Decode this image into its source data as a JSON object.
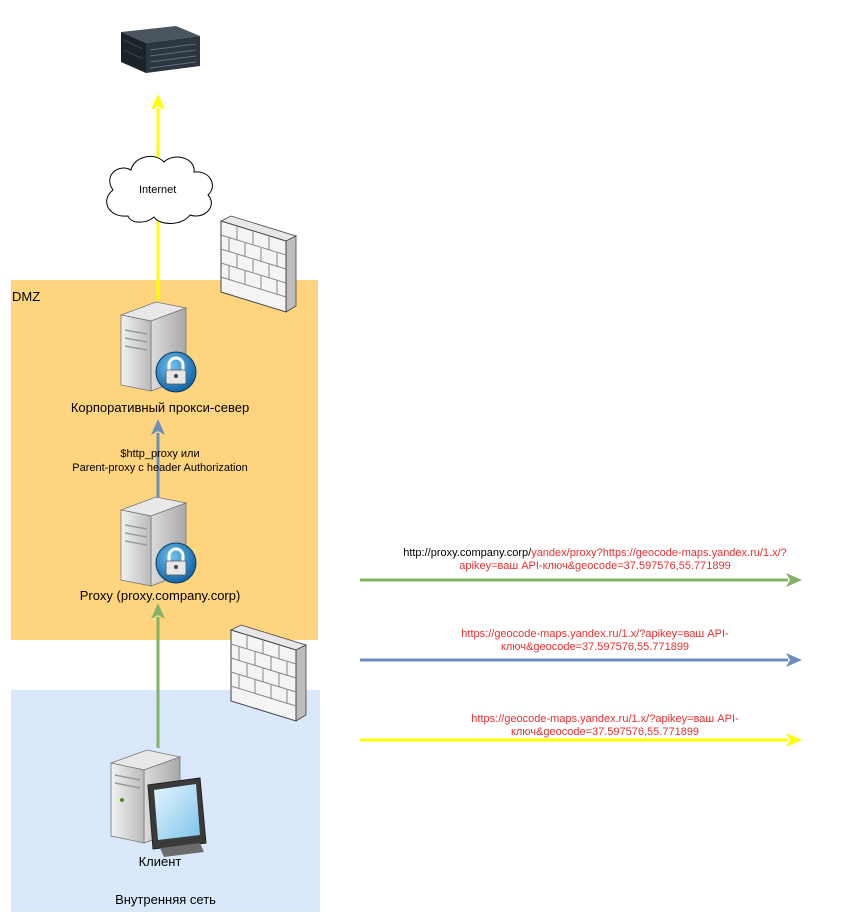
{
  "zones": {
    "dmz": {
      "title": "DMZ"
    },
    "internal": {
      "title": "Внутренняя сеть"
    }
  },
  "nodes": {
    "internet": {
      "label": "Internet"
    },
    "corp_proxy": {
      "label": "Корпоративный прокси-север"
    },
    "proxy": {
      "label": "Proxy (proxy.company.corp)"
    },
    "client": {
      "label": "Клиент"
    }
  },
  "edges": {
    "proxy_to_corp": {
      "line1": "$http_proxy или",
      "line2": "Parent-proxy с header Authorization"
    }
  },
  "legend": {
    "green": {
      "prefix": "http://proxy.company.corp/",
      "line1_red": "yandex/proxy?https://geocode-maps.yandex.ru/1.x/?",
      "line2": "apikey=ваш API-ключ&geocode=37.597576,55.771899"
    },
    "blue": {
      "line1": "https://geocode-maps.yandex.ru/1.x/?apikey=ваш API-",
      "line2": "ключ&geocode=37.597576,55.771899"
    },
    "yellow": {
      "line1": "https://geocode-maps.yandex.ru/1.x/?apikey=ваш API-",
      "line2": "ключ&geocode=37.597576,55.771899"
    }
  },
  "colors": {
    "dmz_fill": "#ffd47f",
    "internal_fill": "#dae8fc",
    "green_arrow": "#82b366",
    "blue_arrow": "#6c8ebf",
    "yellow_arrow": "#ffff00",
    "url_red": "#ea2f2f"
  }
}
